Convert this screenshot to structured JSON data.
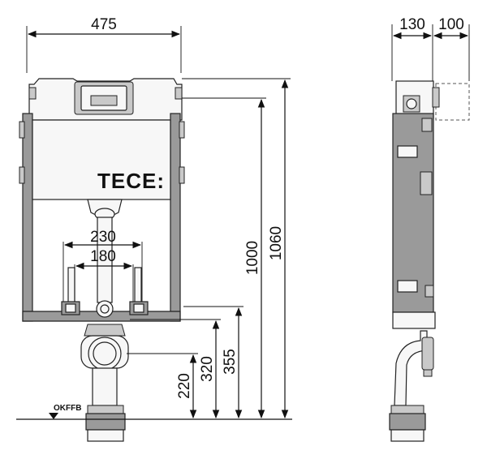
{
  "front_view": {
    "width_label": "475",
    "brand_logo": "TECE:",
    "spacing_outer_label": "230",
    "spacing_inner_label": "180",
    "floor_marker_label": "OKFFB",
    "height_total_label": "1060",
    "height_frame_label": "1000",
    "height_fixing_label": "355",
    "height_drain_label": "320",
    "height_floor_label": "220"
  },
  "side_view": {
    "depth_label": "130",
    "extension_label": "100"
  }
}
